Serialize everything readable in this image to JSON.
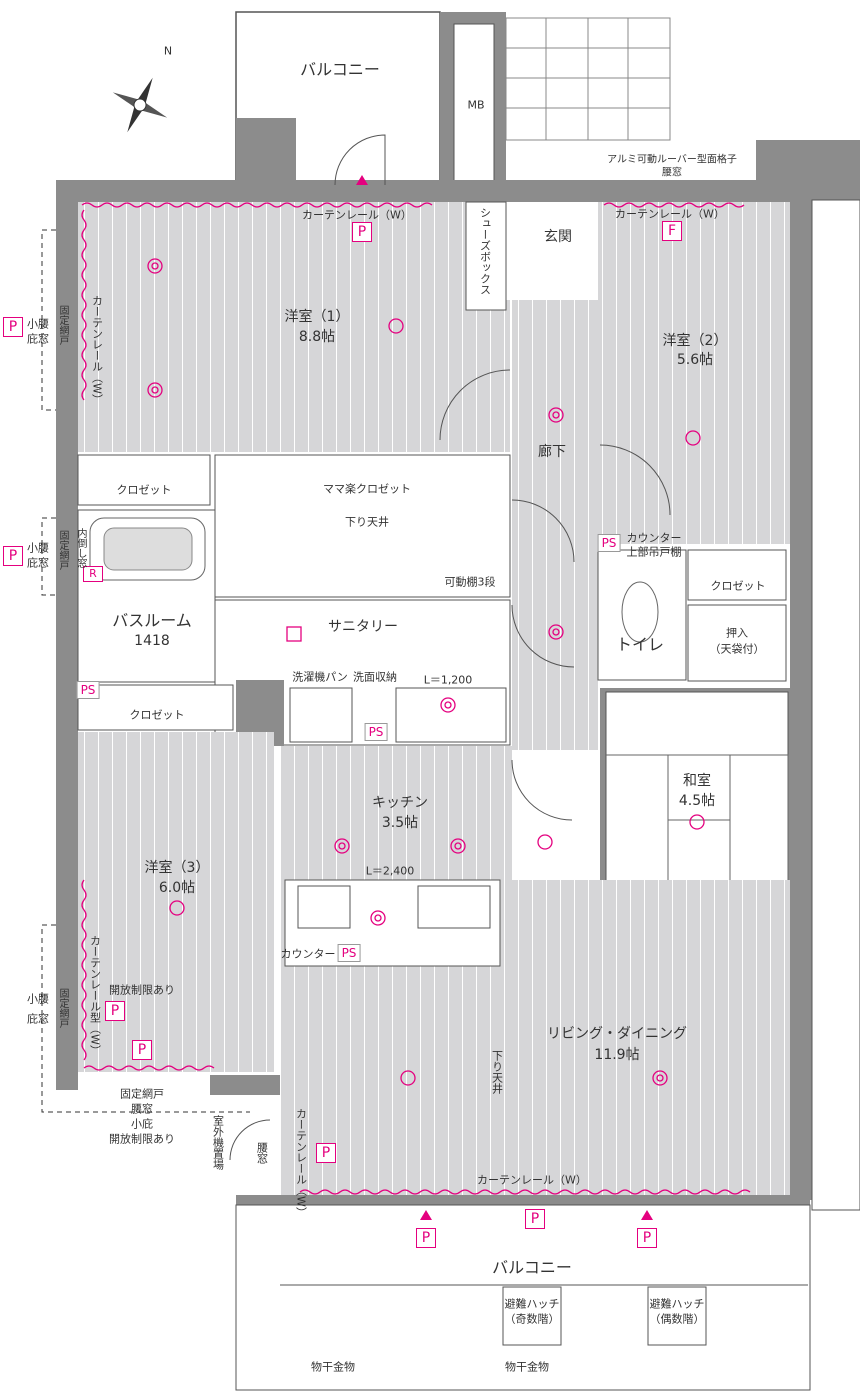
{
  "compass": {
    "north": "N"
  },
  "top": {
    "balcony": "バルコニー",
    "mb": "MB",
    "louver": "アルミ可動ルーバー型面格子",
    "koshimado": "腰窓"
  },
  "room1": {
    "name": "洋室（1）",
    "size": "8.8帖",
    "curtain": "カーテンレール（W）",
    "side_curtain": "カーテンレール（W）"
  },
  "room2": {
    "name": "洋室（2）",
    "size": "5.6帖",
    "curtain": "カーテンレール（W）"
  },
  "entrance": {
    "name": "玄関",
    "shoebox": "シューズボックス"
  },
  "hallway": {
    "name": "廊下"
  },
  "closets": {
    "closet_left": "クロゼット",
    "mama_closet": "ママ楽クロゼット",
    "lowered_ceiling": "下り天井",
    "shelf": "可動棚3段",
    "closet_right": "クロゼット",
    "closet_room3": "クロゼット"
  },
  "bath": {
    "name": "バスルーム",
    "size": "1418"
  },
  "sanitary": {
    "name": "サニタリー",
    "washer": "洗濯機パン",
    "storage": "洗面収納",
    "length": "L＝1,200"
  },
  "toilet": {
    "name": "トイレ",
    "cabinet_line1": "カウンター",
    "cabinet_line2": "上部吊戸棚"
  },
  "oshiire": {
    "name": "押入",
    "note": "（天袋付）"
  },
  "washitsu": {
    "name": "和室",
    "size": "4.5帖"
  },
  "kitchen": {
    "name": "キッチン",
    "size": "3.5帖",
    "length": "L＝2,400",
    "counter": "カウンター"
  },
  "room3": {
    "name": "洋室（3）",
    "size": "6.0帖",
    "restriction": "開放制限あり",
    "curtain": "カーテンレール型（W）"
  },
  "ldk": {
    "name": "リビング・ダイニング",
    "size": "11.9帖",
    "lowered_ceiling": "下り天井",
    "curtain": "カーテンレール（W）",
    "side_curtain": "カーテンレール（W）"
  },
  "windows": {
    "left1_a": "小腰",
    "left1_b": "庇窓",
    "left1_net": "固定網戸",
    "left2_a": "小腰",
    "left2_b": "庇窓",
    "left2_net": "固定網戸",
    "left2_inner": "内倒し窓",
    "left3_a": "小腰",
    "left3_b": "庇窓",
    "left3_net": "固定網戸",
    "bottom_net": "固定網戸",
    "bottom_koshi": "腰窓",
    "bottom_hisashi": "小庇",
    "bottom_restrict": "開放制限あり",
    "outdoor_unit": "室外機置場",
    "ldk_koshi": "腰窓"
  },
  "bottom": {
    "balcony": "バルコニー",
    "hatch_odd_1": "避難ハッチ",
    "hatch_odd_2": "（奇数階）",
    "hatch_even_1": "避難ハッチ",
    "hatch_even_2": "（偶数階）",
    "drying1": "物干金物",
    "drying2": "物干金物"
  },
  "markers": {
    "p": "P",
    "f": "F",
    "ps": "PS",
    "r": "R"
  },
  "colors": {
    "accent": "#e4007f",
    "floor": "#d6d6d8",
    "wall": "#8c8c8c"
  }
}
